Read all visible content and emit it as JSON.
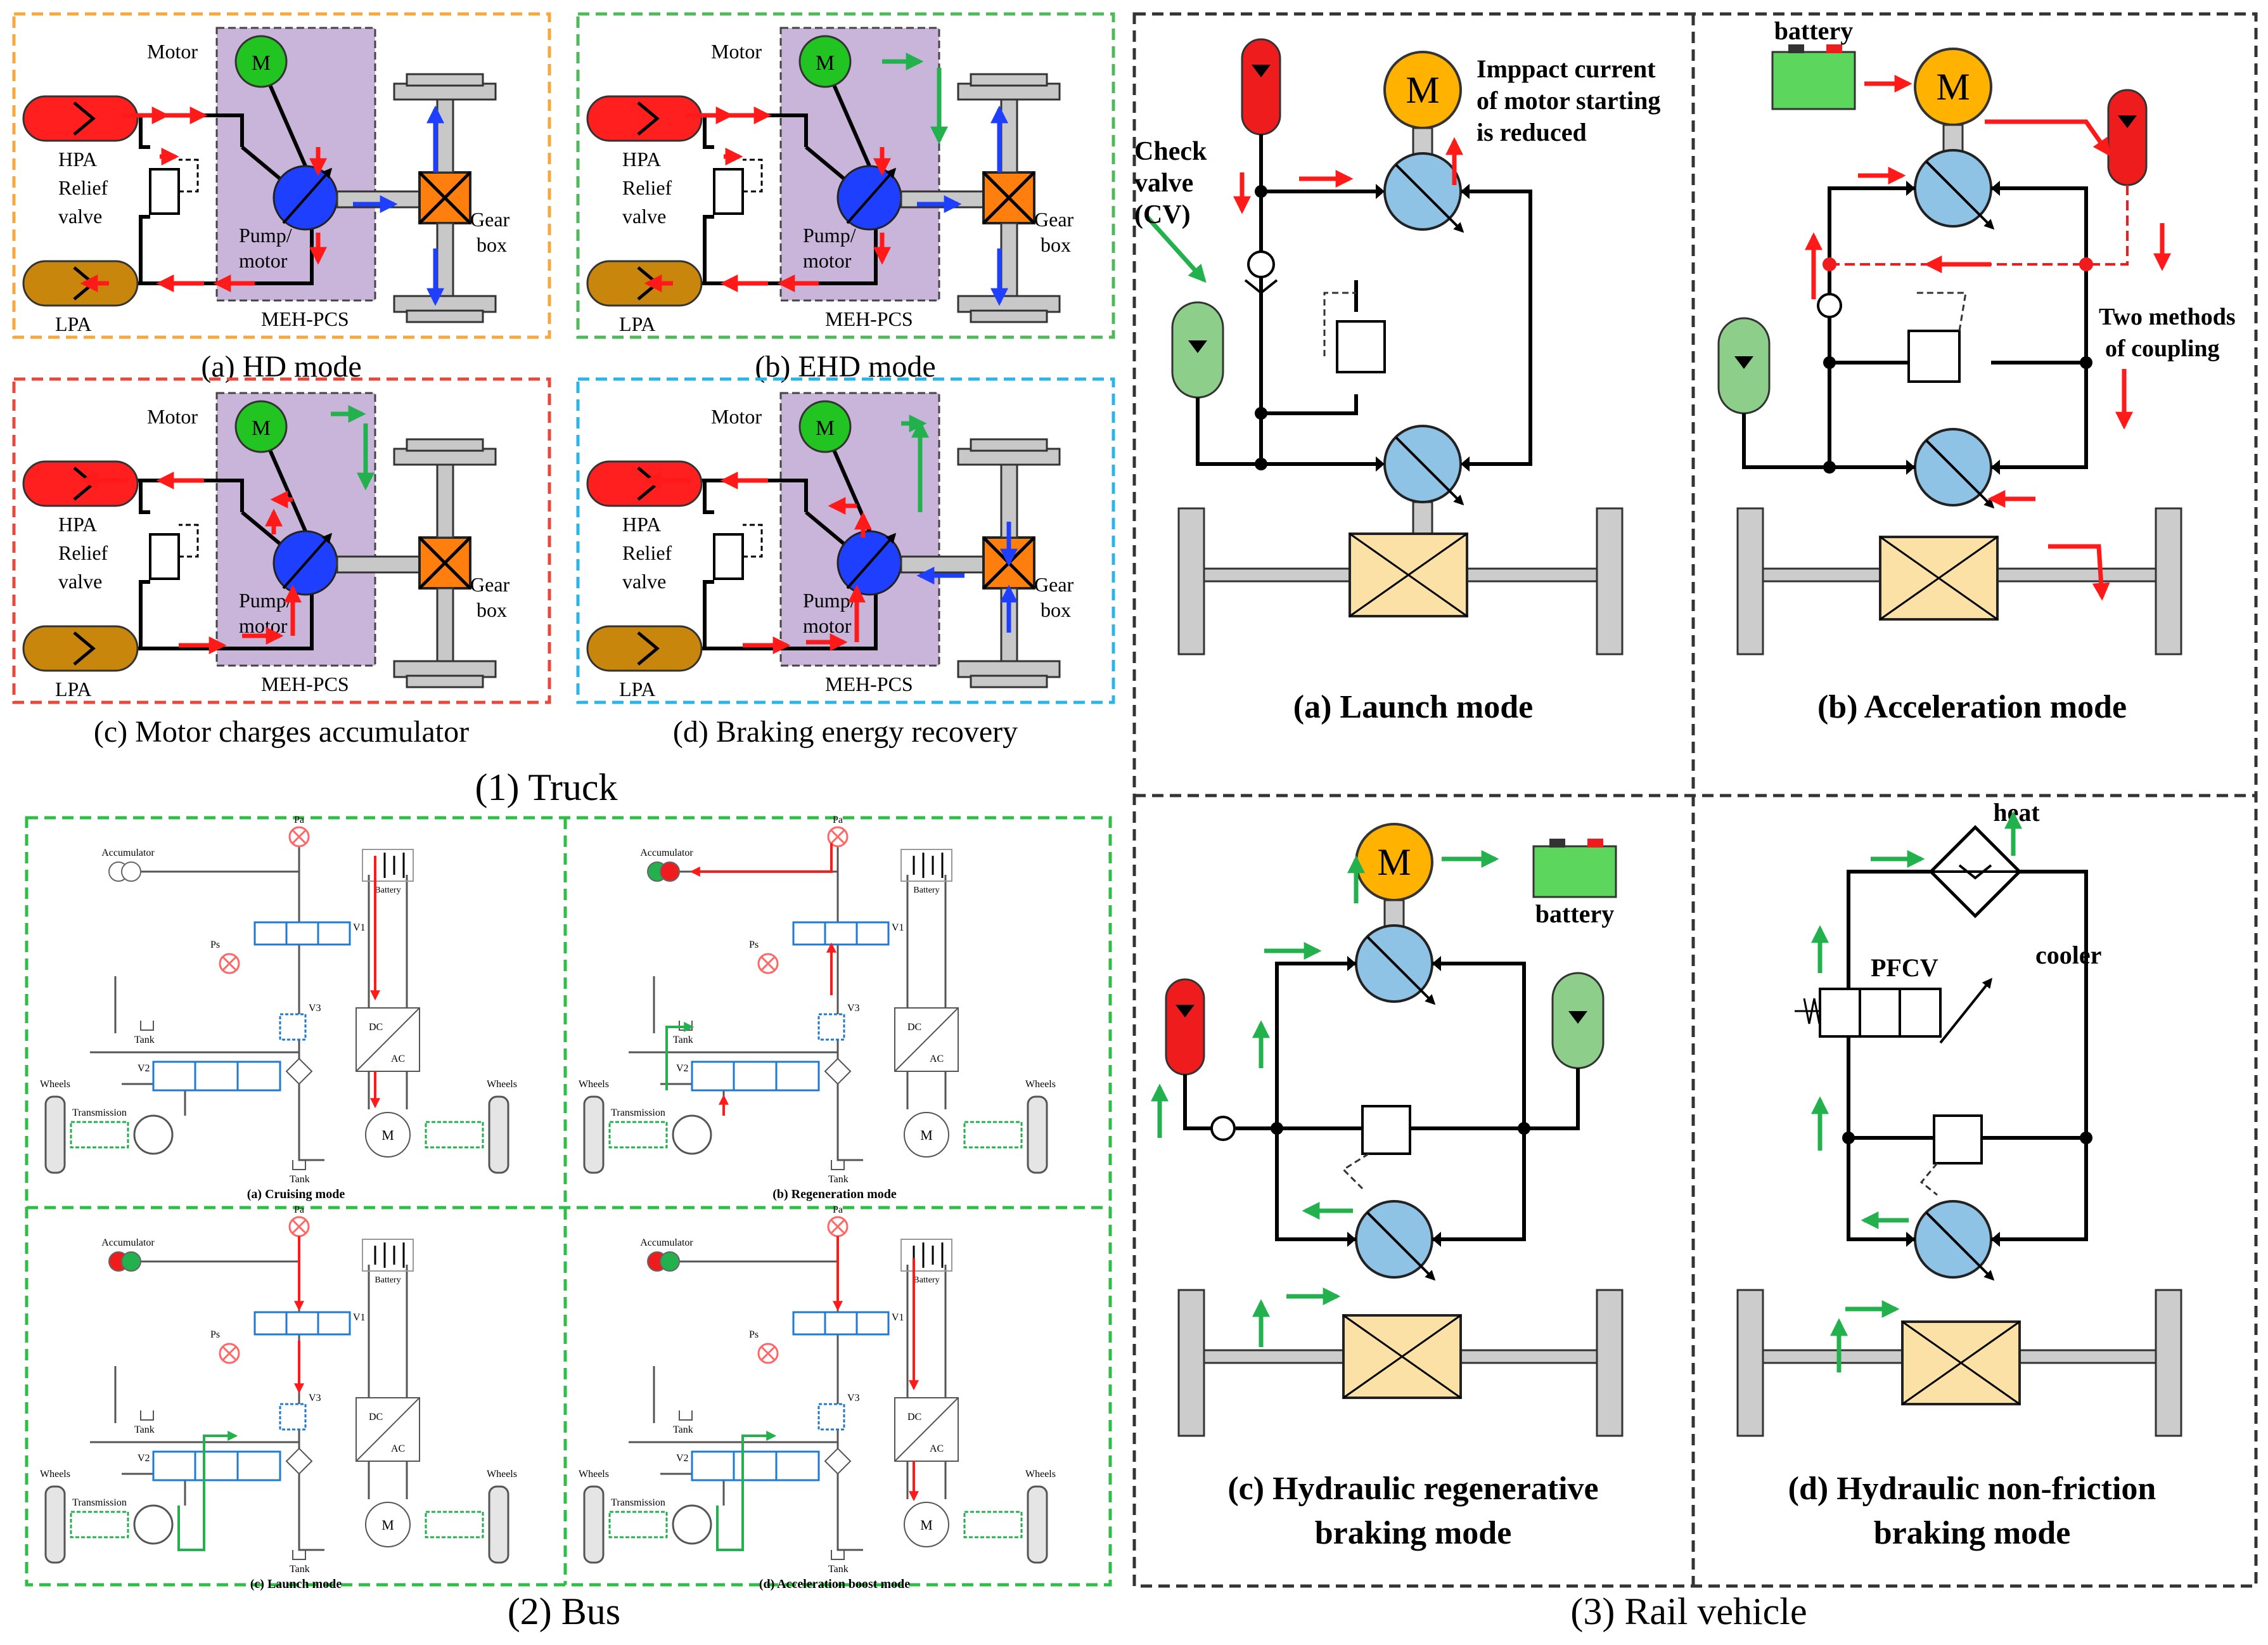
{
  "colors": {
    "hd_bg": "#fdf0d5",
    "hd_border": "#f4a83e",
    "ehd_bg": "#eaf2df",
    "ehd_border": "#4fb85a",
    "charge_bg": "#f9d9d7",
    "charge_border": "#e8483c",
    "brake_bg": "#d7edf5",
    "brake_border": "#2bb5e6",
    "meh_pcs": "#c9b5d9",
    "hpa": "#ff1f1f",
    "lpa": "#c8860c",
    "motor_green": "#22c422",
    "pump_blue": "#1f3fff",
    "gearbox": "#ff7f0e",
    "rail_motor": "#ffb300",
    "rail_pump": "#8ec3e6",
    "rail_gear": "#fbe1a6",
    "rail_acc_red": "#ee1c1c",
    "rail_acc_green": "#8dcf8a",
    "battery": "#5cd65c",
    "bus_border": "#2ebd45",
    "rail_border": "#333333"
  },
  "truck": {
    "group_label": "(1) Truck",
    "panels": [
      {
        "caption": "(a) HD mode",
        "motor": "Motor",
        "motor_symbol": "M",
        "hpa": "HPA",
        "relief": "Relief",
        "valve": "valve",
        "pump": "Pump/",
        "motor2": "motor",
        "gear": "Gear",
        "box": "box",
        "lpa": "LPA",
        "pcs": "MEH-PCS"
      },
      {
        "caption": "(b) EHD mode",
        "motor": "Motor",
        "motor_symbol": "M",
        "hpa": "HPA",
        "relief": "Relief",
        "valve": "valve",
        "pump": "Pump/",
        "motor2": "motor",
        "gear": "Gear",
        "box": "box",
        "lpa": "LPA",
        "pcs": "MEH-PCS"
      },
      {
        "caption": "(c) Motor charges accumulator",
        "motor": "Motor",
        "motor_symbol": "M",
        "hpa": "HPA",
        "relief": "Relief",
        "valve": "valve",
        "pump": "Pump/",
        "motor2": "motor",
        "gear": "Gear",
        "box": "box",
        "lpa": "LPA",
        "pcs": "MEH-PCS"
      },
      {
        "caption": "(d) Braking energy recovery",
        "motor": "Motor",
        "motor_symbol": "M",
        "hpa": "HPA",
        "relief": "Relief",
        "valve": "valve",
        "pump": "Pump/",
        "motor2": "motor",
        "gear": "Gear",
        "box": "box",
        "lpa": "LPA",
        "pcs": "MEH-PCS"
      }
    ]
  },
  "bus": {
    "group_label": "(2) Bus",
    "panels": [
      {
        "caption": "(a) Cruising mode",
        "accumulator": "Accumulator",
        "pa": "Pa",
        "ps": "Ps",
        "v1": "V1",
        "v2": "V2",
        "v3": "V3",
        "battery": "Battery",
        "tank": "Tank",
        "tank2": "Tank",
        "dc": "DC",
        "ac": "AC",
        "wheels": "Wheels",
        "wheels2": "Wheels",
        "transmission": "Transmission",
        "m": "M"
      },
      {
        "caption": "(b) Regeneration mode",
        "accumulator": "Accumulator",
        "pa": "Pa",
        "ps": "Ps",
        "v1": "V1",
        "v2": "V2",
        "v3": "V3",
        "battery": "Battery",
        "tank": "Tank",
        "tank2": "Tank",
        "dc": "DC",
        "ac": "AC",
        "wheels": "Wheels",
        "wheels2": "Wheels",
        "transmission": "Transmission",
        "m": "M"
      },
      {
        "caption": "(c) Launch mode",
        "accumulator": "Accumulator",
        "pa": "Pa",
        "ps": "Ps",
        "v1": "V1",
        "v2": "V2",
        "v3": "V3",
        "battery": "Battery",
        "tank": "Tank",
        "tank2": "Tank",
        "dc": "DC",
        "ac": "AC",
        "wheels": "Wheels",
        "wheels2": "Wheels",
        "transmission": "Transmission",
        "m": "M"
      },
      {
        "caption": "(d) Acceleration boost mode",
        "accumulator": "Accumulator",
        "pa": "Pa",
        "ps": "Ps",
        "v1": "V1",
        "v2": "V2",
        "v3": "V3",
        "battery": "Battery",
        "tank": "Tank",
        "tank2": "Tank",
        "dc": "DC",
        "ac": "AC",
        "wheels": "Wheels",
        "wheels2": "Wheels",
        "transmission": "Transmission",
        "m": "M"
      }
    ]
  },
  "rail": {
    "group_label": "(3) Rail vehicle",
    "panels": [
      {
        "caption": "(a) Launch mode",
        "motor_symbol": "M",
        "note1": "Imppact  current",
        "note2": "of motor starting",
        "note3": "is reduced",
        "check1": "Check",
        "check2": "valve",
        "check3": "(CV)"
      },
      {
        "caption": "(b) Acceleration mode",
        "motor_symbol": "M",
        "battery": "battery",
        "coupling1": "Two methods",
        "coupling2": "of coupling"
      },
      {
        "caption1": "(c) Hydraulic  regenerative",
        "caption2": "braking mode",
        "motor_symbol": "M",
        "battery": "battery"
      },
      {
        "caption1": "(d) Hydraulic  non-friction",
        "caption2": "braking mode",
        "heat": "heat",
        "cooler": "cooler",
        "pfcv": "PFCV"
      }
    ]
  }
}
